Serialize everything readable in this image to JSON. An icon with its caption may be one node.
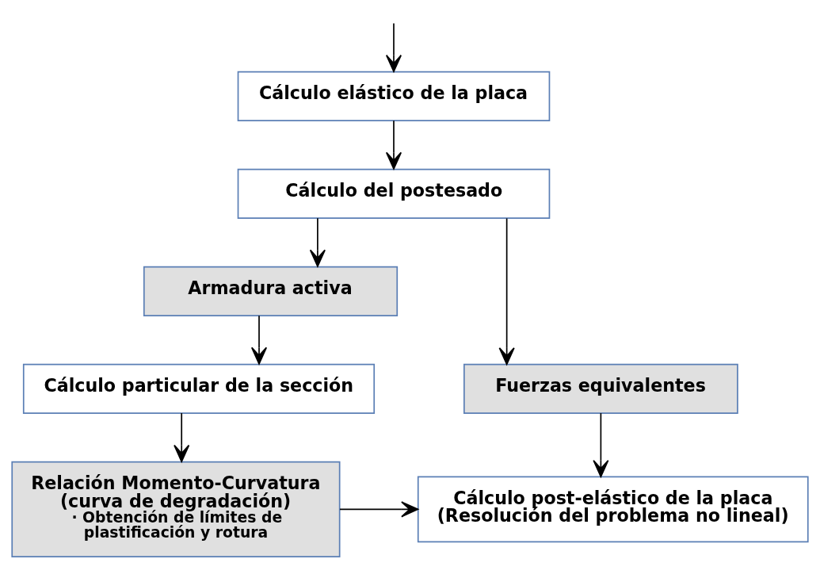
{
  "diagram": {
    "nodes": [
      {
        "text": [
          "Cálculo elástico de la placa"
        ]
      },
      {
        "text": [
          "Cálculo del postesado"
        ]
      },
      {
        "text": [
          "Armadura activa"
        ]
      },
      {
        "text": [
          "Fuerzas equivalentes"
        ]
      },
      {
        "text": [
          "Cálculo particular de la sección"
        ]
      },
      {
        "text": [
          "Relación Momento-Curvatura (curva de degradación)",
          "· Obtención de límites de plastificación y rotura"
        ]
      },
      {
        "text": [
          "Cálculo post-elástico de la placa (Resolución del problema no lineal)"
        ]
      }
    ],
    "edges": [
      {
        "from": null,
        "to": 0,
        "arrow": "to"
      },
      {
        "from": 0,
        "to": 1,
        "arrow": "to"
      },
      {
        "from": 1,
        "to": 2,
        "arrow": "to"
      },
      {
        "from": 1,
        "to": 3,
        "arrow": "to"
      },
      {
        "from": 2,
        "to": 4,
        "arrow": "to"
      },
      {
        "from": 4,
        "to": 5,
        "arrow": "to"
      },
      {
        "from": 3,
        "to": 6,
        "arrow": "to"
      },
      {
        "from": 5,
        "to": 6,
        "arrow": "to"
      }
    ]
  }
}
